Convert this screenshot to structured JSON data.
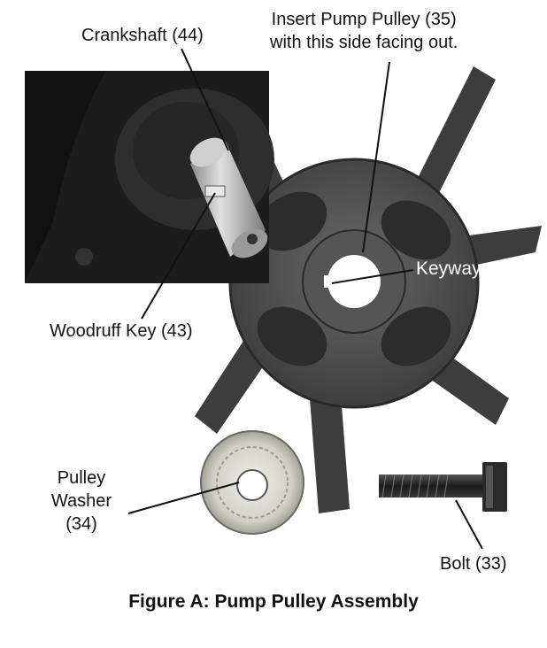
{
  "labels": {
    "crankshaft": "Crankshaft (44)",
    "insert_line1": "Insert Pump Pulley (35)",
    "insert_line2": "with this side facing out.",
    "keyway": "Keyway",
    "woodruff": "Woodruff Key (43)",
    "washer_line1": "Pulley",
    "washer_line2": "Washer",
    "washer_line3": "(34)",
    "bolt": "Bolt (33)"
  },
  "caption": "Figure A:  Pump Pulley Assembly",
  "colors": {
    "engine_dark": "#1c1c1c",
    "pulley_gray": "#4a4a4a",
    "pulley_highlight": "#7a7a7a",
    "shaft_silver": "#bdbdbd",
    "washer_light": "#d8d8d0",
    "leader_line": "#111111"
  }
}
